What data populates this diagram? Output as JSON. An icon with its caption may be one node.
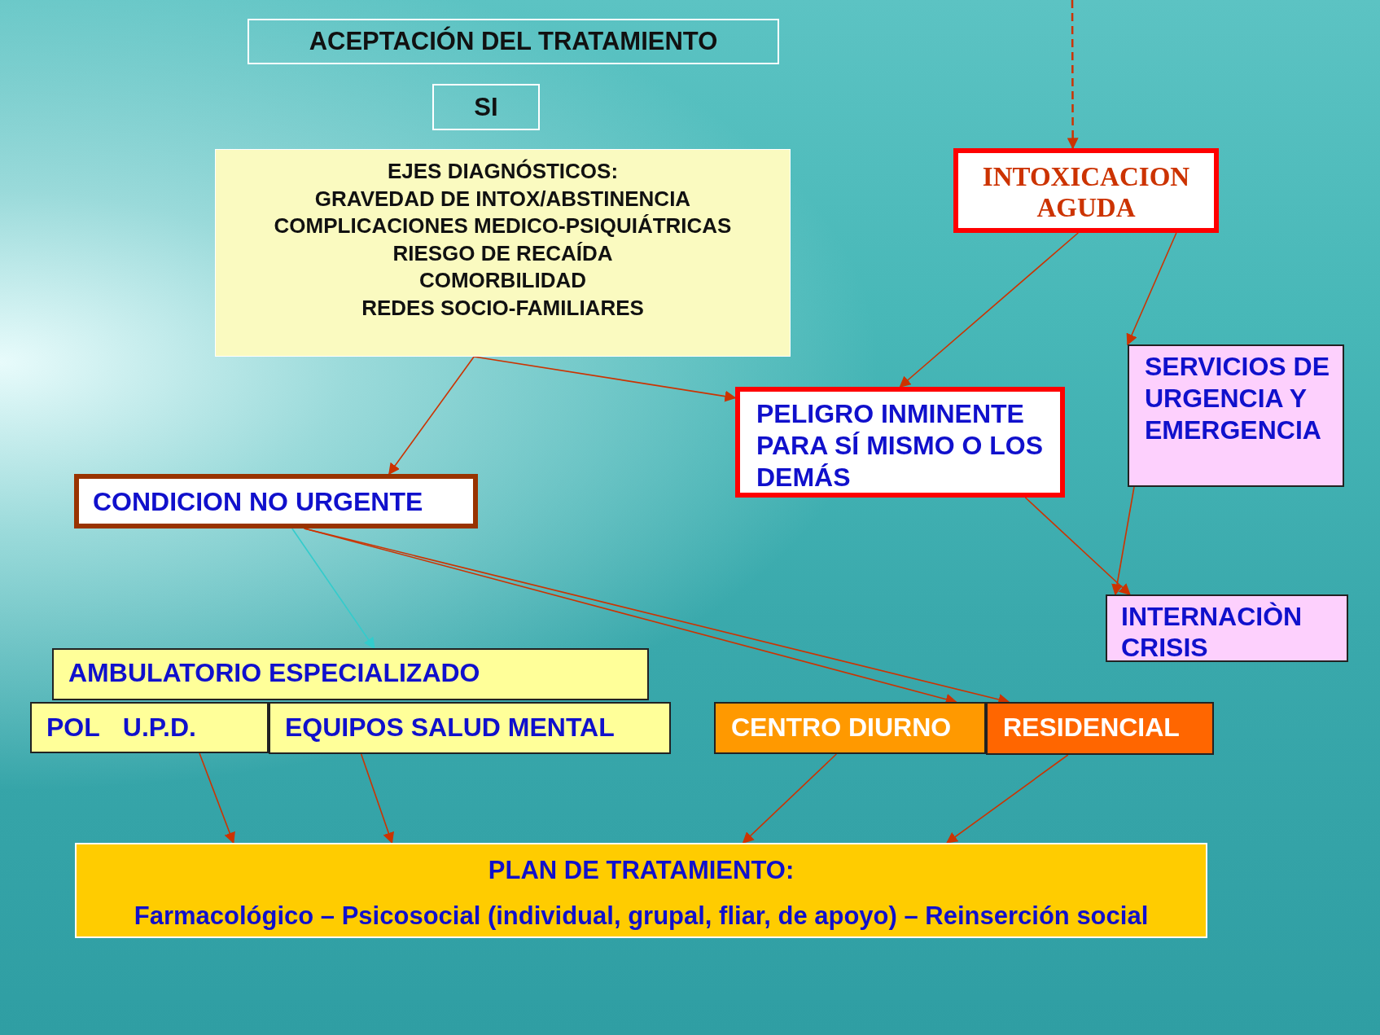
{
  "diagram": {
    "nodes": [
      {
        "text": [
          "ACEPTACIÓN DEL TRATAMIENTO"
        ]
      },
      {
        "text": [
          "SI"
        ]
      },
      {
        "text": [
          "EJES DIAGNÓSTICOS:",
          "GRAVEDAD DE INTOX/ABSTINENCIA",
          "COMPLICACIONES MEDICO-PSIQUIÁTRICAS",
          "RIESGO DE RECAÍDA",
          "COMORBILIDAD",
          "REDES SOCIO-FAMILIARES"
        ]
      },
      {
        "text": [
          "INTOXICACION AGUDA"
        ]
      },
      {
        "text": [
          "SERVICIOS DE URGENCIA Y EMERGENCIA"
        ]
      },
      {
        "text": [
          "PELIGRO INMINENTE PARA SÍ MISMO O LOS DEMÁS"
        ]
      },
      {
        "text": [
          "CONDICION NO URGENTE"
        ]
      },
      {
        "text": [
          "INTERNACIÒN CRISIS"
        ]
      },
      {
        "text": [
          "AMBULATORIO ESPECIALIZADO"
        ]
      },
      {
        "text": [
          "POL",
          "U.P.D."
        ]
      },
      {
        "text": [
          "EQUIPOS SALUD MENTAL"
        ]
      },
      {
        "text": [
          "CENTRO DIURNO"
        ]
      },
      {
        "text": [
          "RESIDENCIAL"
        ]
      },
      {
        "text": [
          "PLAN DE TRATAMIENTO:",
          "Farmacológico – Psicosocial (individual, grupal, fliar, de apoyo) – Reinserción social"
        ]
      }
    ],
    "edges": [
      {
        "from": null,
        "to": 3,
        "arrow": "to",
        "style": "dashed"
      },
      {
        "from": 2,
        "to": 6,
        "arrow": "to"
      },
      {
        "from": 2,
        "to": 5,
        "arrow": "to"
      },
      {
        "from": 3,
        "to": 5,
        "arrow": "to"
      },
      {
        "from": 3,
        "to": 4,
        "arrow": "to"
      },
      {
        "from": 4,
        "to": 7,
        "arrow": "to"
      },
      {
        "from": 5,
        "to": 7,
        "arrow": "to"
      },
      {
        "from": 6,
        "to": 8,
        "arrow": "to",
        "color": "#33cccc"
      },
      {
        "from": 6,
        "to": 11,
        "arrow": "to"
      },
      {
        "from": 6,
        "to": 12,
        "arrow": "to"
      },
      {
        "from": 9,
        "to": 13,
        "arrow": "to"
      },
      {
        "from": 10,
        "to": 13,
        "arrow": "to"
      },
      {
        "from": 11,
        "to": 13,
        "arrow": "to"
      },
      {
        "from": 12,
        "to": 13,
        "arrow": "to"
      }
    ]
  }
}
